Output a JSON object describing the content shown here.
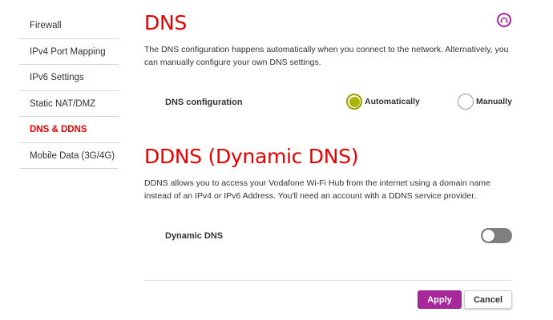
{
  "sidebar": {
    "items": [
      {
        "label": "Firewall"
      },
      {
        "label": "IPv4 Port Mapping"
      },
      {
        "label": "IPv6 Settings"
      },
      {
        "label": "Static NAT/DMZ"
      },
      {
        "label": "DNS & DDNS",
        "active": true
      },
      {
        "label": "Mobile Data (3G/4G)"
      }
    ]
  },
  "dns": {
    "title": "DNS",
    "description": "The DNS configuration happens automatically when you connect to the network. Alternatively, you can manually configure your own DNS settings.",
    "config_label": "DNS configuration",
    "options": [
      {
        "label": "Automatically",
        "selected": true
      },
      {
        "label": "Manually",
        "selected": false
      }
    ]
  },
  "ddns": {
    "title": "DDNS (Dynamic DNS)",
    "description": "DDNS allows you to access your Vodafone Wi-Fi Hub from the internet using a domain name instead of an IPv4 or IPv6 Address. You'll need an account with a DDNS service provider.",
    "toggle_label": "Dynamic DNS",
    "toggle_on": false
  },
  "actions": {
    "apply_label": "Apply",
    "cancel_label": "Cancel"
  },
  "icons": {
    "help": "help-icon"
  },
  "colors": {
    "accent_red": "#e60000",
    "brand_purple": "#a8289c",
    "radio_selected": "#a8b400",
    "toggle_off": "#7f7f7f"
  }
}
